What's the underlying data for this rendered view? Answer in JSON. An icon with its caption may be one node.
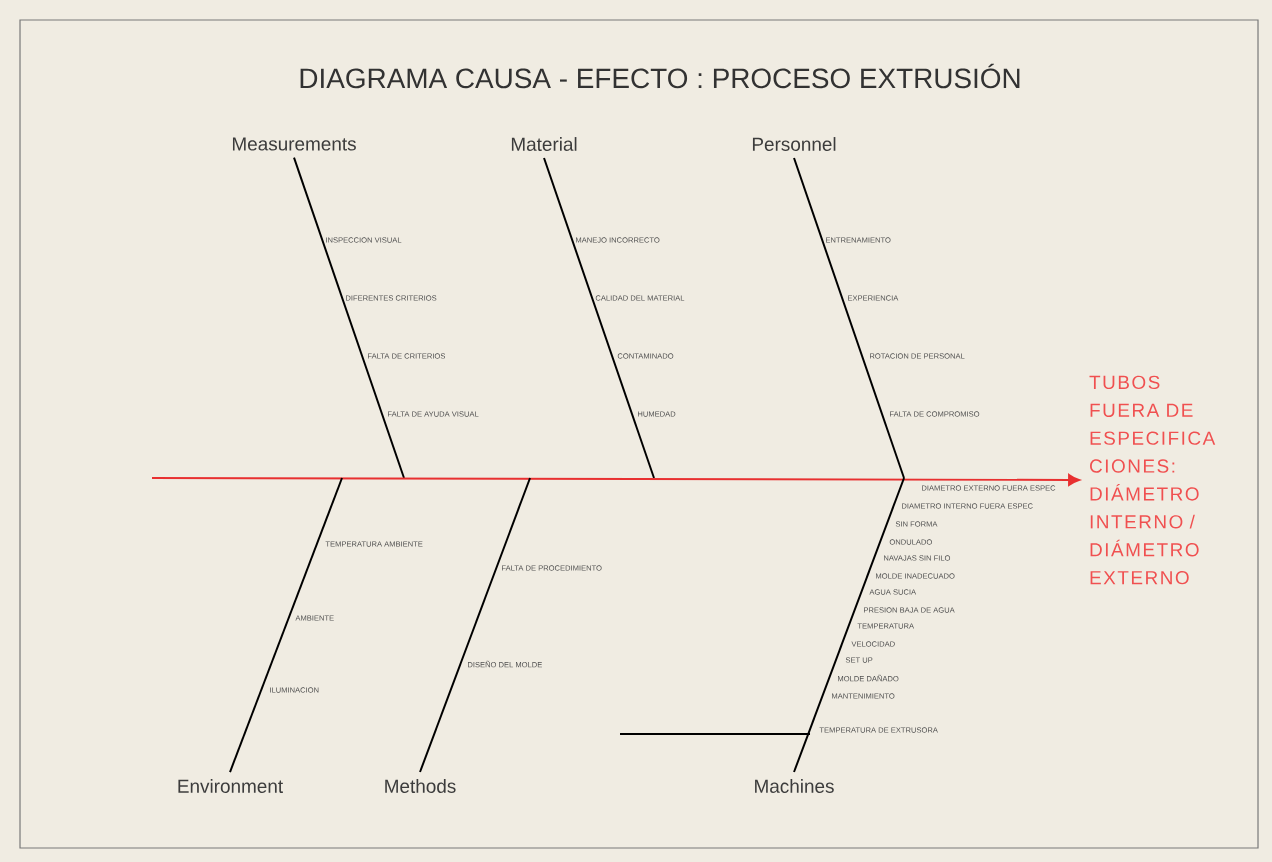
{
  "diagram": {
    "title": "DIAGRAMA CAUSA - EFECTO : PROCESO EXTRUSIÓN",
    "nodes": [
      {
        "text": [
          "Measurements"
        ]
      },
      {
        "text": [
          "Material"
        ]
      },
      {
        "text": [
          "Personnel"
        ]
      },
      {
        "text": [
          "TUBOS FUERA DE ESPECIFICA CIONES: DIÁMETRO INTERNO / DIÁMETRO EXTERNO"
        ]
      },
      {
        "text": [
          "Environment"
        ]
      },
      {
        "text": [
          "Methods"
        ]
      },
      {
        "text": [
          "Machines"
        ]
      }
    ],
    "edges": [
      {
        "from": 0,
        "to": null,
        "arrow": "none"
      },
      {
        "from": 1,
        "to": null,
        "arrow": "none"
      },
      {
        "from": 2,
        "to": null,
        "arrow": "none"
      },
      {
        "from": null,
        "to": 3,
        "arrow": "to",
        "color": "#e83030"
      },
      {
        "from": 4,
        "to": null,
        "arrow": "none"
      },
      {
        "from": 5,
        "to": null,
        "arrow": "none"
      },
      {
        "from": 6,
        "to": null,
        "arrow": "none"
      }
    ],
    "labels": [
      "INSPECCION VISUAL",
      "DIFERENTES CRITERIOS",
      "FALTA DE CRITERIOS",
      "FALTA DE AYUDA VISUAL",
      "MANEJO INCORRECTO",
      "CALIDAD DEL MATERIAL",
      "CONTAMINADO",
      "HUMEDAD",
      "ENTRENAMIENTO",
      "EXPERIENCIA",
      "ROTACION DE PERSONAL",
      "FALTA DE COMPROMISO",
      "TEMPERATURA AMBIENTE",
      "AMBIENTE",
      "ILUMINACION",
      "FALTA DE PROCEDIMIENTO",
      "DISEÑO DEL MOLDE",
      "DIAMETRO EXTERNO FUERA ESPEC",
      "DIAMETRO INTERNO FUERA ESPEC",
      "SIN FORMA",
      "ONDULADO",
      "NAVAJAS SIN FILO",
      "MOLDE INADECUADO",
      "AGUA SUCIA",
      "PRESION BAJA DE AGUA",
      "TEMPERATURA",
      "VELOCIDAD",
      "SET UP",
      "MOLDE DAÑADO",
      "MANTENIMIENTO",
      "TEMPERATURA DE EXTRUSORA"
    ]
  }
}
